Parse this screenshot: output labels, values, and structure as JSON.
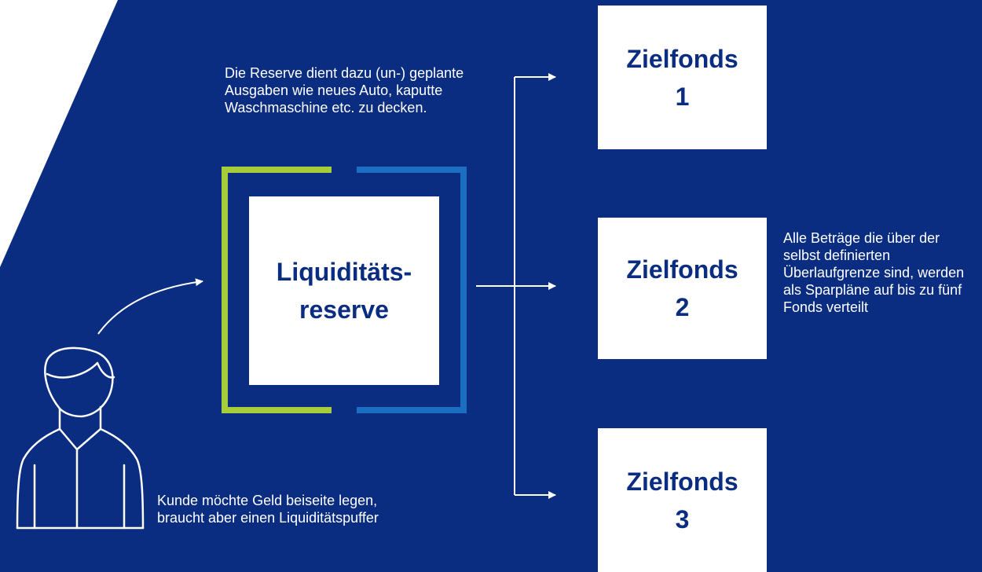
{
  "colors": {
    "background": "#0a2d82",
    "accent_green": "#a8cd3a",
    "accent_blue": "#1b6ec2",
    "box_text": "#0a2d82"
  },
  "icons": {
    "customer": "person-outline-icon"
  },
  "reserve": {
    "description": "Die Reserve dient dazu (un-) geplante Ausgaben wie neues Auto, kaputte Waschmaschine etc. zu decken.",
    "label_line1": "Liquiditäts-",
    "label_line2": "reserve"
  },
  "customer": {
    "description": "Kunde möchte Geld beiseite legen, braucht aber einen Liquiditätspuffer"
  },
  "targets": [
    {
      "label": "Zielfonds",
      "number": "1"
    },
    {
      "label": "Zielfonds",
      "number": "2"
    },
    {
      "label": "Zielfonds",
      "number": "3"
    }
  ],
  "overflow_note": "Alle Beträge die über der selbst definierten Überlaufgrenze sind, werden als Sparpläne auf bis zu fünf Fonds verteilt"
}
